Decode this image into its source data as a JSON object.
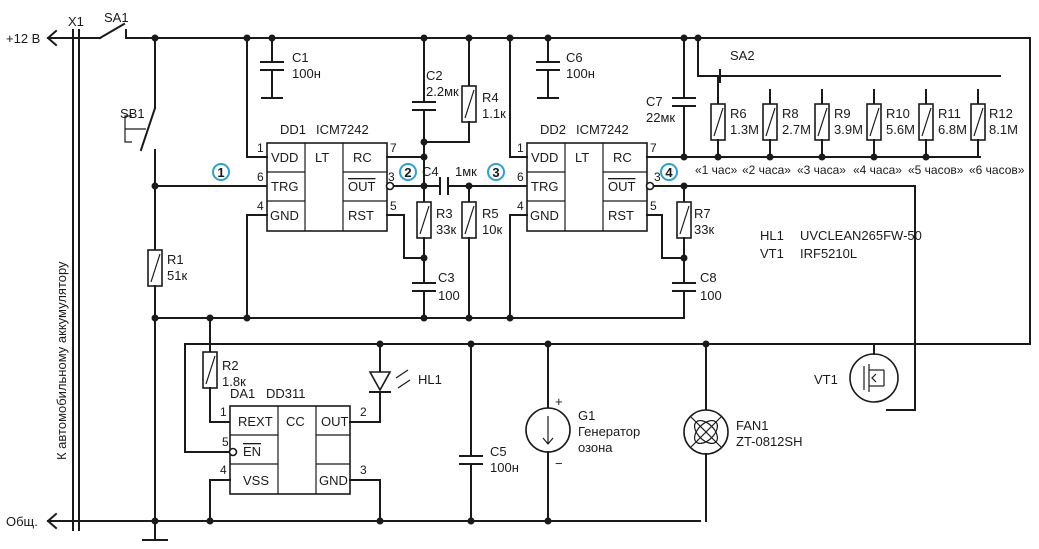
{
  "colors": {
    "wire": "#1a1a1a",
    "marker": "#29a3d6",
    "background": "#ffffff"
  },
  "power": {
    "plus_label": "+12 В",
    "common_label": "Общ.",
    "connector": "X1",
    "side_label": "К автомобильному аккумулятору"
  },
  "switches": {
    "sa1": "SA1",
    "sb1": "SB1",
    "sa2": "SA2"
  },
  "chips": {
    "dd1": {
      "name": "DD1",
      "type": "ICM7242",
      "pins": {
        "vdd": "VDD",
        "trg": "TRG",
        "gnd": "GND",
        "lt": "LT",
        "rc": "RC",
        "out": "OUT",
        "rst": "RST"
      },
      "pin_nums": {
        "vdd": "1",
        "trg": "6",
        "gnd": "4",
        "rc": "7",
        "out": "3",
        "rst": "5"
      }
    },
    "dd2": {
      "name": "DD2",
      "type": "ICM7242",
      "pins": {
        "vdd": "VDD",
        "trg": "TRG",
        "gnd": "GND",
        "lt": "LT",
        "rc": "RC",
        "out": "OUT",
        "rst": "RST"
      },
      "pin_nums": {
        "vdd": "1",
        "trg": "6",
        "gnd": "4",
        "rc": "7",
        "out": "3",
        "rst": "5"
      }
    },
    "da1": {
      "name": "DA1",
      "type": "DD311",
      "pins": {
        "rext": "REXT",
        "cc": "CC",
        "out": "OUT",
        "en": "EN",
        "vss": "VSS",
        "gnd": "GND"
      },
      "pin_nums": {
        "rext": "1",
        "out": "2",
        "en": "5",
        "vss": "4",
        "gnd": "3"
      }
    }
  },
  "capacitors": {
    "c1": {
      "name": "C1",
      "value": "100н"
    },
    "c2": {
      "name": "C2",
      "value": "2.2мк"
    },
    "c3": {
      "name": "C3",
      "value": "100"
    },
    "c4": {
      "name": "C4",
      "value": "1мк"
    },
    "c5": {
      "name": "C5",
      "value": "100н"
    },
    "c6": {
      "name": "C6",
      "value": "100н"
    },
    "c7": {
      "name": "C7",
      "value": "22мк"
    },
    "c8": {
      "name": "C8",
      "value": "100"
    }
  },
  "resistors": {
    "r1": {
      "name": "R1",
      "value": "51к"
    },
    "r2": {
      "name": "R2",
      "value": "1.8к"
    },
    "r3": {
      "name": "R3",
      "value": "33к"
    },
    "r4": {
      "name": "R4",
      "value": "1.1к"
    },
    "r5": {
      "name": "R5",
      "value": "10к"
    },
    "r7": {
      "name": "R7",
      "value": "33к"
    }
  },
  "timer_resistors": [
    {
      "name": "R6",
      "value": "1.3M",
      "time": "«1 час»"
    },
    {
      "name": "R8",
      "value": "2.7M",
      "time": "«2 часа»"
    },
    {
      "name": "R9",
      "value": "3.9M",
      "time": "«3 часа»"
    },
    {
      "name": "R10",
      "value": "5.6M",
      "time": "«4 часа»"
    },
    {
      "name": "R11",
      "value": "6.8M",
      "time": "«5 часов»"
    },
    {
      "name": "R12",
      "value": "8.1M",
      "time": "«6 часов»"
    }
  ],
  "nodes": [
    "1",
    "2",
    "3",
    "4"
  ],
  "legend": {
    "hl1": "HL1",
    "hl1_part": "UVCLEAN265FW-50",
    "vt1": "VT1",
    "vt1_part": "IRF5210L"
  },
  "led": {
    "name": "HL1"
  },
  "transistor": {
    "name": "VT1"
  },
  "ozone": {
    "name": "G1",
    "line1": "Генератор",
    "line2": "озона",
    "plus": "+",
    "minus": "−"
  },
  "fan": {
    "name": "FAN1",
    "part": "ZT-0812SH"
  }
}
